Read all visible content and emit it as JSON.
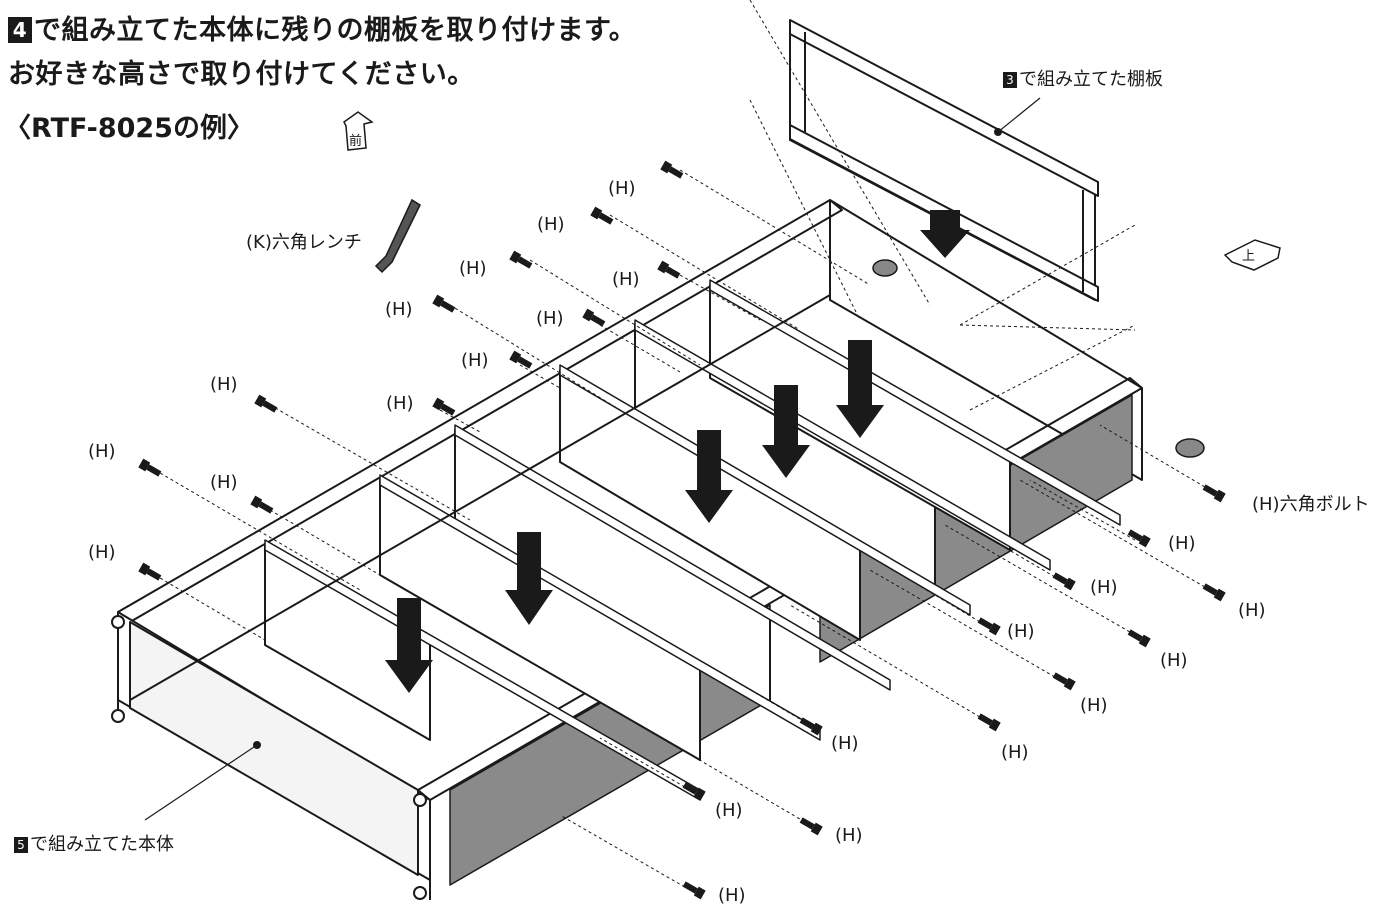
{
  "instructions": {
    "step_number": "4",
    "line1": "で組み立てた本体に残りの棚板を取り付けます。",
    "line2": "お好きな高さで取り付けてください。",
    "example": "〈RTF-8025の例〉"
  },
  "direction_marks": {
    "front": "前",
    "up": "上"
  },
  "callouts": {
    "shelf_num": "3",
    "shelf_text": "で組み立てた棚板",
    "body_num": "5",
    "body_text": "で組み立てた本体",
    "wrench": "(K)六角レンチ",
    "bolt": "(H)六角ボルト"
  },
  "bolt_label": "(H)"
}
